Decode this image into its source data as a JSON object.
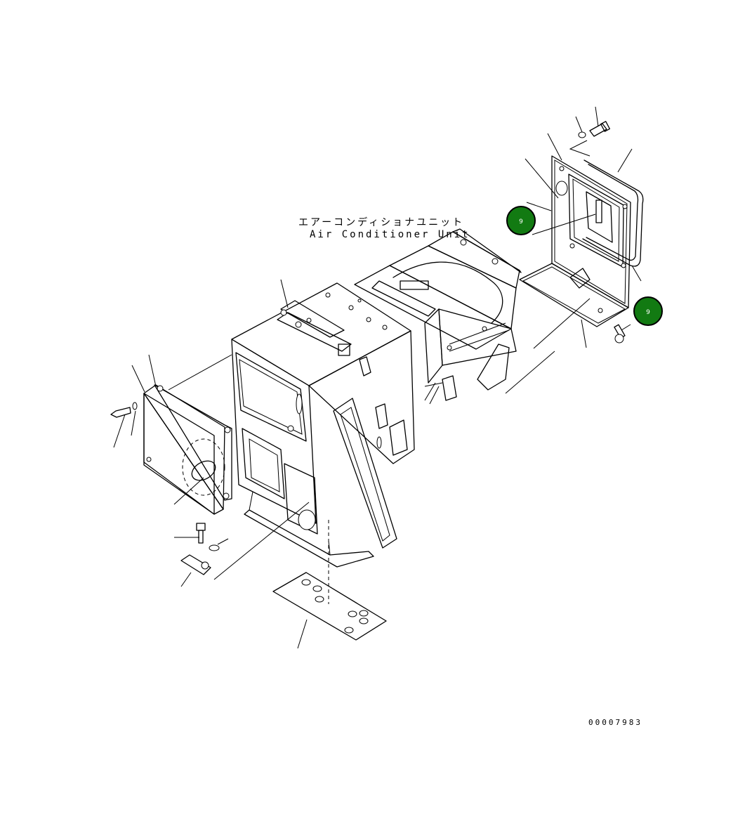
{
  "diagram": {
    "label_jp": "エアーコンディショナユニット",
    "label_en": "Air Conditioner Unit",
    "part_number": "00007983",
    "badge_color": "#127a12",
    "callouts": [
      {
        "id": "callout-top",
        "text": "9"
      },
      {
        "id": "callout-right",
        "text": "9"
      }
    ]
  }
}
